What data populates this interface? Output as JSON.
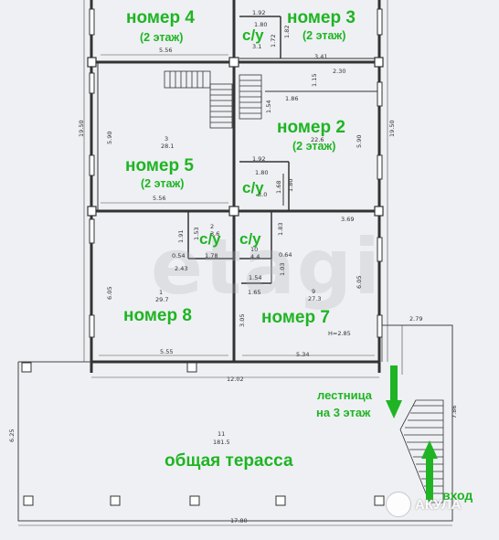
{
  "rooms": {
    "room4": {
      "title": "номер 4",
      "floor": "(2 этаж)"
    },
    "room3": {
      "title": "номер 3",
      "floor": "(2 этаж)"
    },
    "room2": {
      "title": "номер 2",
      "floor": "(2 этаж)"
    },
    "room5": {
      "title": "номер 5",
      "floor": "(2 этаж)"
    },
    "room8": {
      "title": "номер 8"
    },
    "room7": {
      "title": "номер 7"
    }
  },
  "wc_label": "с/у",
  "terrace_label": "общая терасса",
  "stairs_label": {
    "line1": "лестница",
    "line2": "на 3 этаж"
  },
  "entrance_label": "вход",
  "watermark": "etagi",
  "logo_text": "АКУЛА",
  "dims": {
    "d_19_50_left": "19.50",
    "d_19_50_right": "19.50",
    "d_5_56_top": "5.56",
    "d_1_92_top": "1.92",
    "d_1_80_top": "1.80",
    "d_3_41": "3.41",
    "d_2_30": "2.30",
    "d_1_86": "1.86",
    "d_1_15": "1.15",
    "d_1_54": "1.54",
    "d_1_82": "1.82",
    "d_1_72": "1.72",
    "d_3_1": "3.1",
    "d_5_90_left": "5.90",
    "d_5_90_right": "5.90",
    "r3_num": "3",
    "r3_area": "28.1",
    "r2_area": "22.6",
    "d_1_92_mid": "1.92",
    "d_1_80_mid": "1.80",
    "d_1_68": "1.68",
    "d_1_80_v": "1.80",
    "d_3_0": "3.0",
    "d_5_56_mid": "5.56",
    "d_3_69": "3.69",
    "d_1_91": "1.91",
    "d_1_53": "1.53",
    "d_1_83": "1.83",
    "wc_num": "2",
    "wc_area": "3.6",
    "wc2_num": "10",
    "wc2_area": "4.4",
    "d_0_54": "0.54",
    "d_1_78": "1.78",
    "d_0_64": "0.64",
    "d_2_43": "2.43",
    "d_1_54_b": "1.54",
    "d_1_03": "1.03",
    "d_1_65": "1.65",
    "d_6_05_left": "6.05",
    "d_6_05_right": "6.05",
    "r1_num": "1",
    "r1_area": "29.7",
    "r9_num": "9",
    "r9_area": "27.3",
    "d_3_05": "3.05",
    "d_h": "H=2.85",
    "d_5_55": "5.55",
    "d_5_34": "5.34",
    "d_2_79": "2.79",
    "d_12_02": "12.02",
    "d_7_86": "7.86",
    "d_6_25": "6.25",
    "r11_num": "11",
    "r11_area": "181.5",
    "d_17_80": "17.80"
  },
  "colors": {
    "label": "#1fb423",
    "arrow": "#1fb423",
    "wall": "#333333",
    "dim_line": "#4a4a4a",
    "background": "#eef0f3"
  },
  "icons": {
    "arrow_down": "arrow-down-icon",
    "arrow_up": "arrow-up-icon",
    "logo": "shark-logo-icon"
  }
}
